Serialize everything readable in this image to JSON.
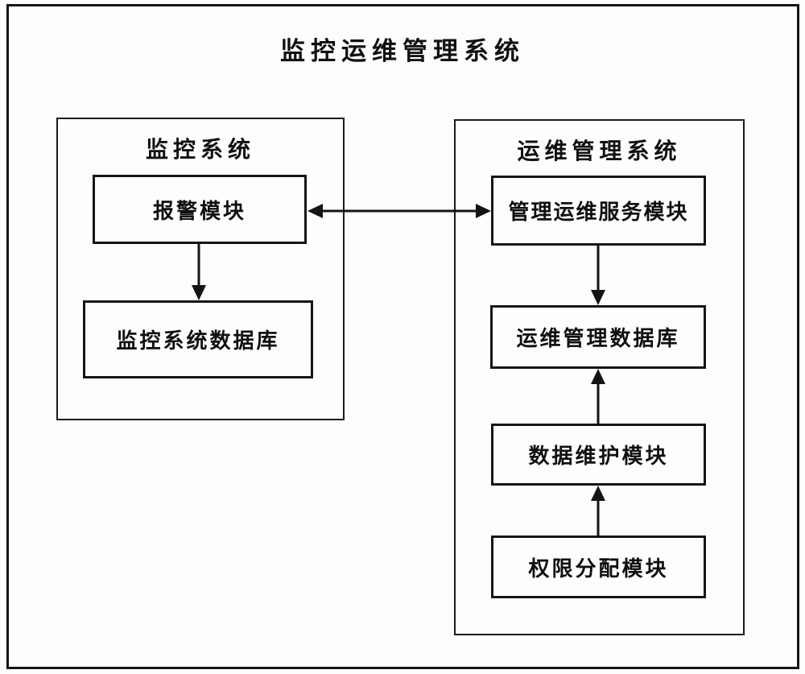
{
  "diagram": {
    "title": "监控运维管理系统",
    "groups": [
      {
        "id": "monitoring-system",
        "title": "监控系统",
        "modules": [
          {
            "label": "报警模块"
          },
          {
            "label": "监控系统数据库"
          }
        ]
      },
      {
        "id": "ops-management-system",
        "title": "运维管理系统",
        "modules": [
          {
            "label": "管理运维服务模块"
          },
          {
            "label": "运维管理数据库"
          },
          {
            "label": "数据维护模块"
          },
          {
            "label": "权限分配模块"
          }
        ]
      }
    ],
    "connections": [
      {
        "from": "报警模块",
        "to": "监控系统数据库",
        "type": "arrow-down"
      },
      {
        "from": "报警模块",
        "to": "管理运维服务模块",
        "type": "double-headed-horizontal"
      },
      {
        "from": "管理运维服务模块",
        "to": "运维管理数据库",
        "type": "arrow-down"
      },
      {
        "from": "数据维护模块",
        "to": "运维管理数据库",
        "type": "arrow-up"
      },
      {
        "from": "权限分配模块",
        "to": "数据维护模块",
        "type": "arrow-up"
      }
    ],
    "colors": {
      "line": "#141414",
      "background": "#fdfdfc"
    }
  }
}
